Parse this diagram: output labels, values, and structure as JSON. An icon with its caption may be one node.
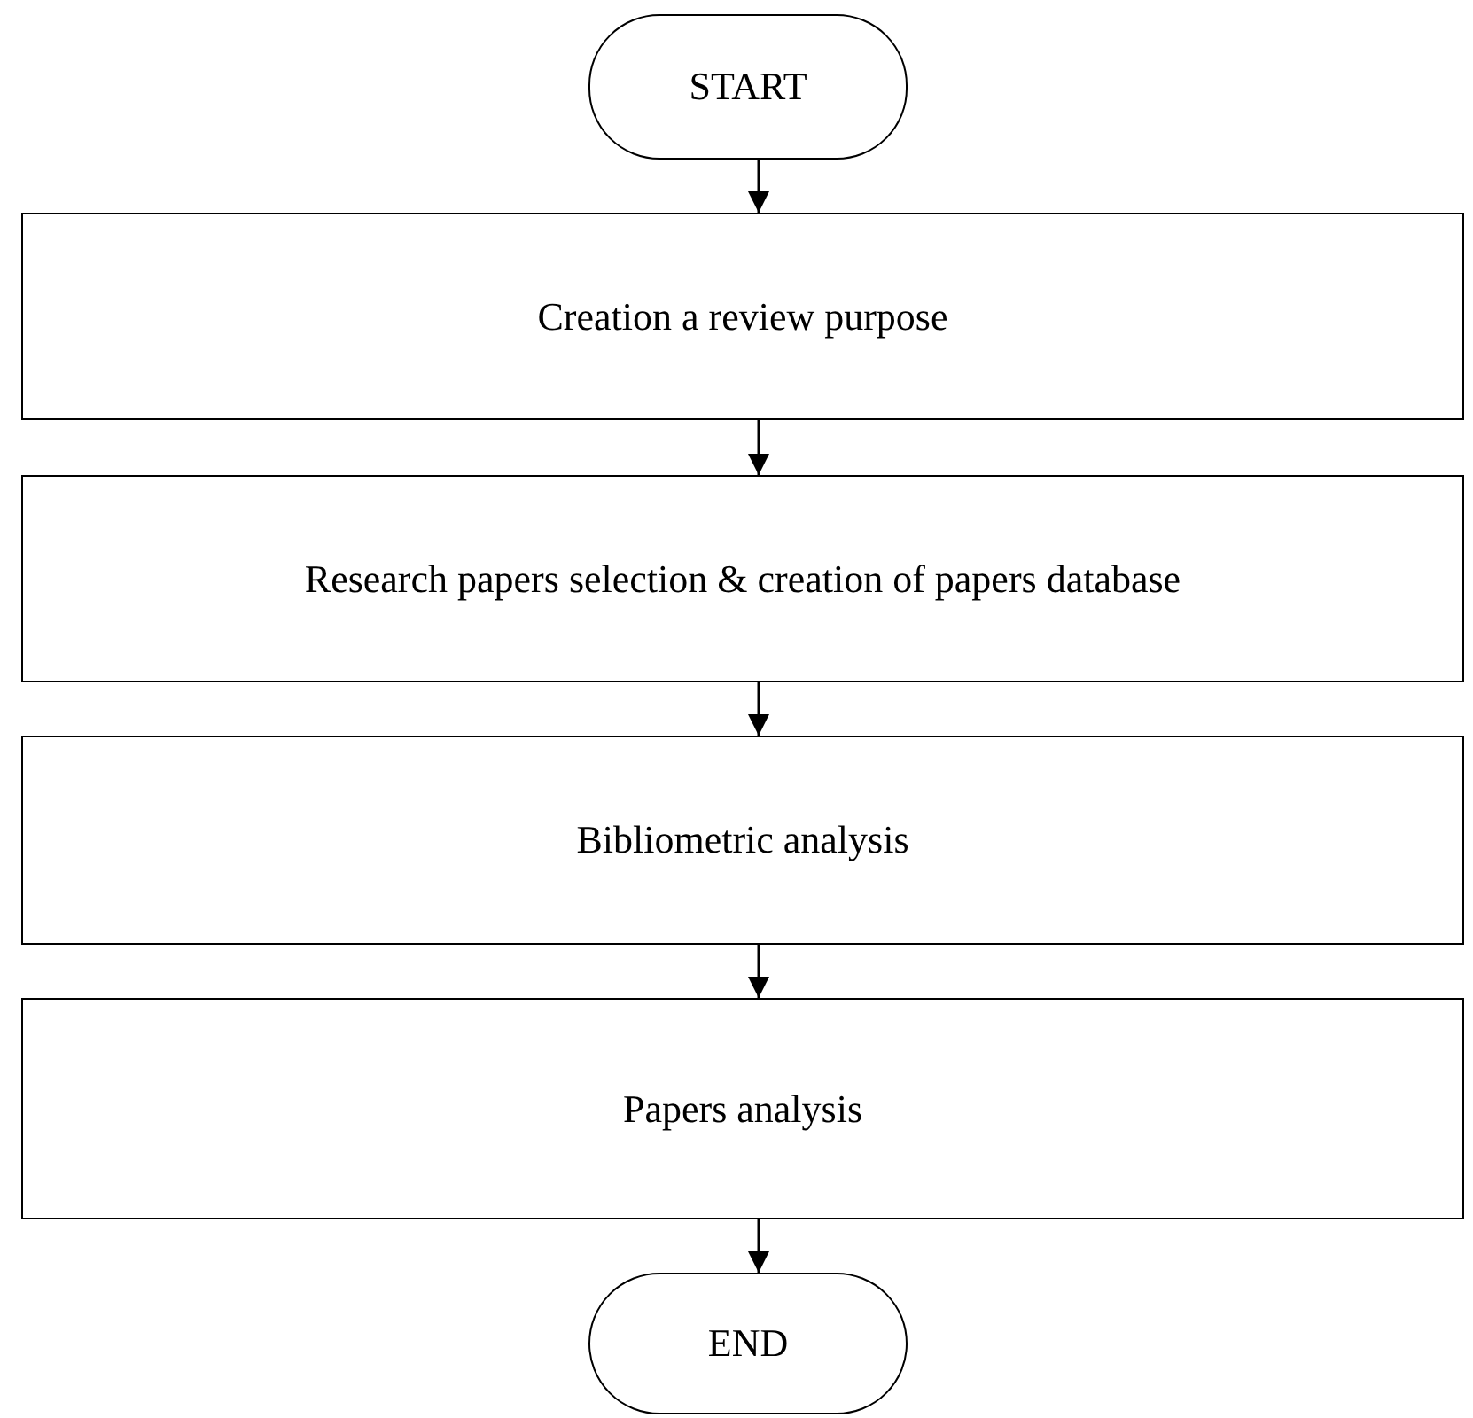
{
  "diagram": {
    "nodes": [
      {
        "text": [
          "START"
        ]
      },
      {
        "text": [
          "Creation a review purpose"
        ]
      },
      {
        "text": [
          "Research papers selection & creation of papers database"
        ]
      },
      {
        "text": [
          "Bibliometric analysis"
        ]
      },
      {
        "text": [
          "Papers analysis"
        ]
      },
      {
        "text": [
          "END"
        ]
      }
    ],
    "edges": [
      {
        "from": 0,
        "to": 1,
        "arrow": "to"
      },
      {
        "from": 1,
        "to": 2,
        "arrow": "to"
      },
      {
        "from": 2,
        "to": 3,
        "arrow": "to"
      },
      {
        "from": 3,
        "to": 4,
        "arrow": "to"
      },
      {
        "from": 4,
        "to": 5,
        "arrow": "to"
      }
    ]
  }
}
